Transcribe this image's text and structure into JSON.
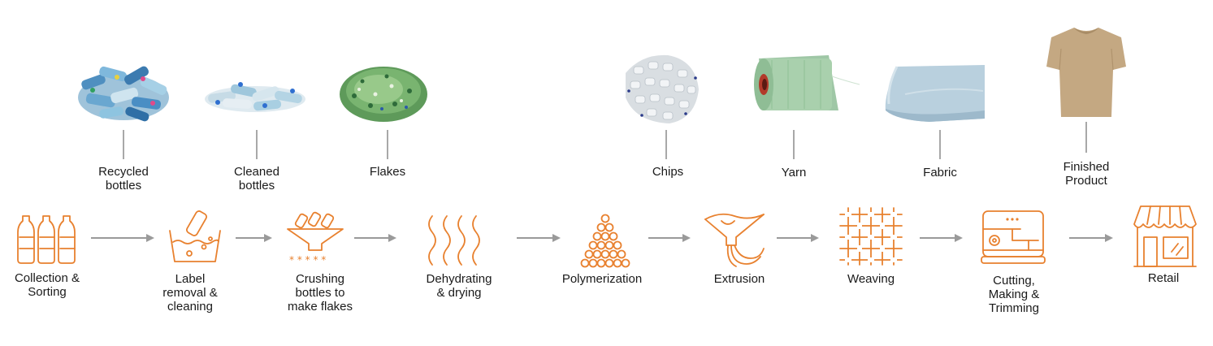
{
  "materials": [
    {
      "id": "recycled-bottles",
      "label": "Recycled\nbottles"
    },
    {
      "id": "cleaned-bottles",
      "label": "Cleaned\nbottles"
    },
    {
      "id": "flakes",
      "label": "Flakes"
    },
    {
      "id": "chips",
      "label": "Chips"
    },
    {
      "id": "yarn",
      "label": "Yarn"
    },
    {
      "id": "fabric",
      "label": "Fabric"
    },
    {
      "id": "finished-product",
      "label": "Finished\nProduct"
    }
  ],
  "steps": [
    {
      "id": "collection",
      "label": "Collection &\nSorting",
      "icon": "bottles-icon"
    },
    {
      "id": "label-removal",
      "label": "Label\nremoval &\ncleaning",
      "icon": "washing-basin-icon"
    },
    {
      "id": "crushing",
      "label": "Crushing\nbottles to\nmake flakes",
      "icon": "crusher-funnel-icon"
    },
    {
      "id": "dehydrating",
      "label": "Dehydrating\n& drying",
      "icon": "heat-waves-icon"
    },
    {
      "id": "polymerization",
      "label": "Polymerization",
      "icon": "molecule-pyramid-icon"
    },
    {
      "id": "extrusion",
      "label": "Extrusion",
      "icon": "extrusion-funnel-icon"
    },
    {
      "id": "weaving",
      "label": "Weaving",
      "icon": "woven-grid-icon"
    },
    {
      "id": "cutting",
      "label": "Cutting,\nMaking &\nTrimming",
      "icon": "sewing-machine-icon"
    },
    {
      "id": "retail",
      "label": "Retail",
      "icon": "storefront-icon"
    }
  ],
  "colors": {
    "accent": "#e8812f",
    "arrow": "#9a9a9a",
    "connector": "#8a8a8a",
    "text": "#1a1a1a"
  }
}
